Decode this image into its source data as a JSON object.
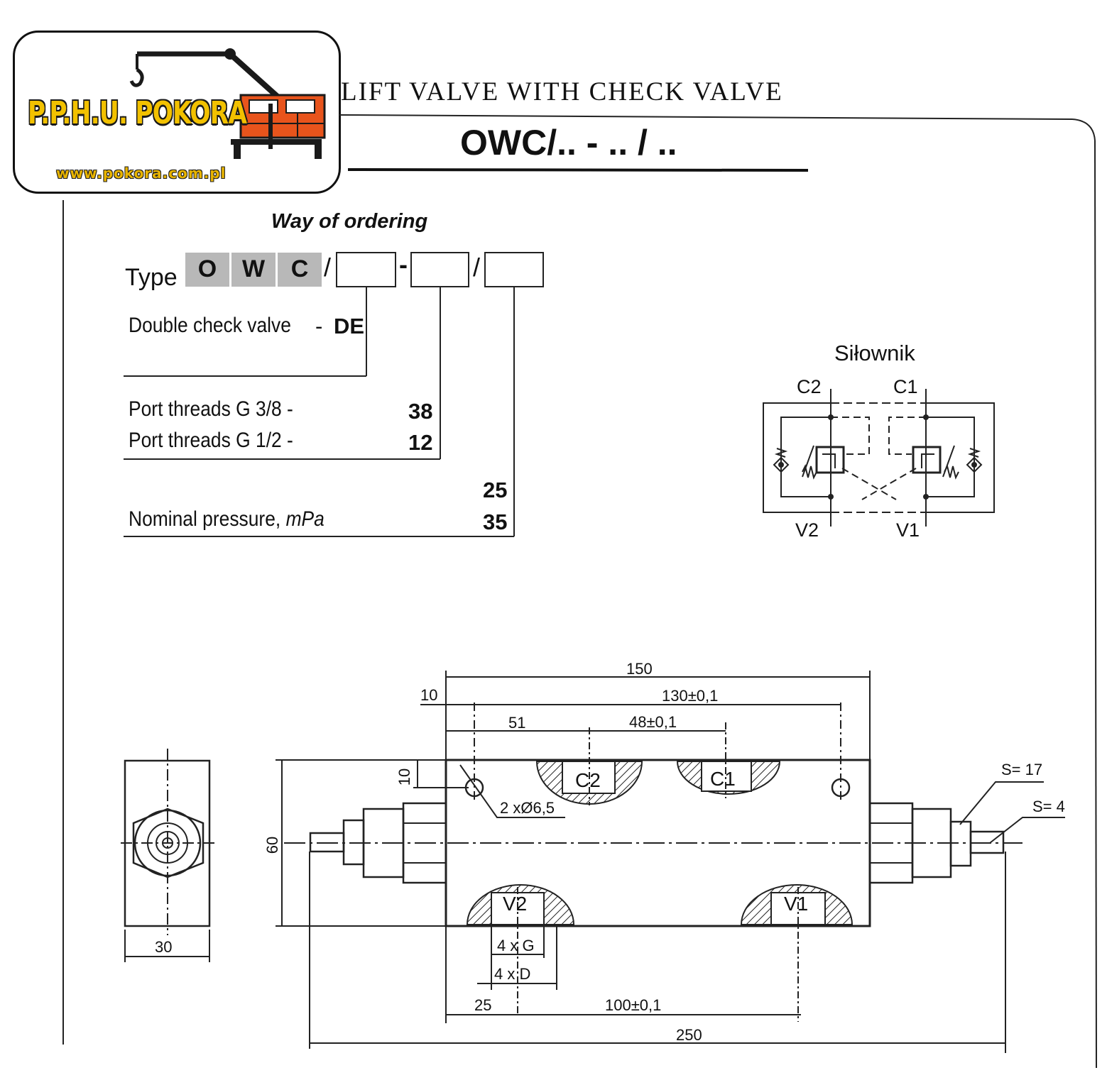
{
  "logo": {
    "company": "P.P.H.U. POKORA",
    "url": "www.pokora.com.pl",
    "brand_color": "#f2c100",
    "truck_color": "#e8541c"
  },
  "header": {
    "title": "LIFT VALVE WITH CHECK VALVE",
    "model": "OWC/.. - .. / .."
  },
  "ordering": {
    "heading": "Way of ordering",
    "type_label": "Type",
    "type_code": [
      "O",
      "W",
      "C"
    ],
    "separators": [
      "/",
      "-",
      "/"
    ],
    "options": {
      "double_check": {
        "label": "Double check valve",
        "dash": "-",
        "code": "DE"
      },
      "thread_38": {
        "label": "Port threads G 3/8 -",
        "code": "38"
      },
      "thread_12": {
        "label": "Port threads G 1/2 -",
        "code": "12"
      },
      "pressure_25": {
        "code": "25"
      },
      "pressure": {
        "label_prefix": "Nominal pressure,",
        "label_unit": "mPa",
        "code": "35"
      }
    }
  },
  "schematic": {
    "title": "Siłownik",
    "ports": {
      "c2": "C2",
      "c1": "C1",
      "v2": "V2",
      "v1": "V1"
    }
  },
  "drawing": {
    "dims": {
      "d150": "150",
      "d10": "10",
      "d130": "130±0,1",
      "d51": "51",
      "d48": "48±0,1",
      "d10v": "10",
      "d60": "60",
      "d30": "30",
      "holes": "2 xØ6,5",
      "s17": "S= 17",
      "s4": "S= 4",
      "g": "4 x G",
      "d": "4 x D",
      "d25": "25",
      "d100": "100±0,1",
      "d250": "250"
    },
    "ports": {
      "c2": "C2",
      "c1": "C1",
      "v2": "V2",
      "v1": "V1"
    }
  }
}
